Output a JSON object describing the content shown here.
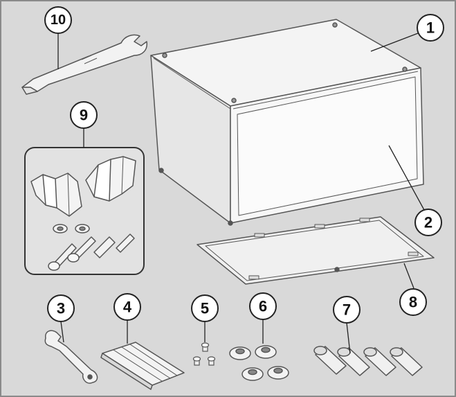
{
  "colors": {
    "background": "#d9d9d9",
    "frame": "#8a8a8a",
    "part_fill": "#f2f2f2",
    "part_light": "#fbfbfb",
    "part_shade": "#e3e3e3",
    "outline": "#555555",
    "callout_fill": "#ffffff",
    "callout_stroke": "#222222"
  },
  "callouts": [
    {
      "id": "c1",
      "label": "1"
    },
    {
      "id": "c2",
      "label": "2"
    },
    {
      "id": "c3",
      "label": "3"
    },
    {
      "id": "c4",
      "label": "4"
    },
    {
      "id": "c5",
      "label": "5"
    },
    {
      "id": "c6",
      "label": "6"
    },
    {
      "id": "c7",
      "label": "7"
    },
    {
      "id": "c8",
      "label": "8"
    },
    {
      "id": "c9",
      "label": "9"
    },
    {
      "id": "c10",
      "label": "10"
    }
  ]
}
